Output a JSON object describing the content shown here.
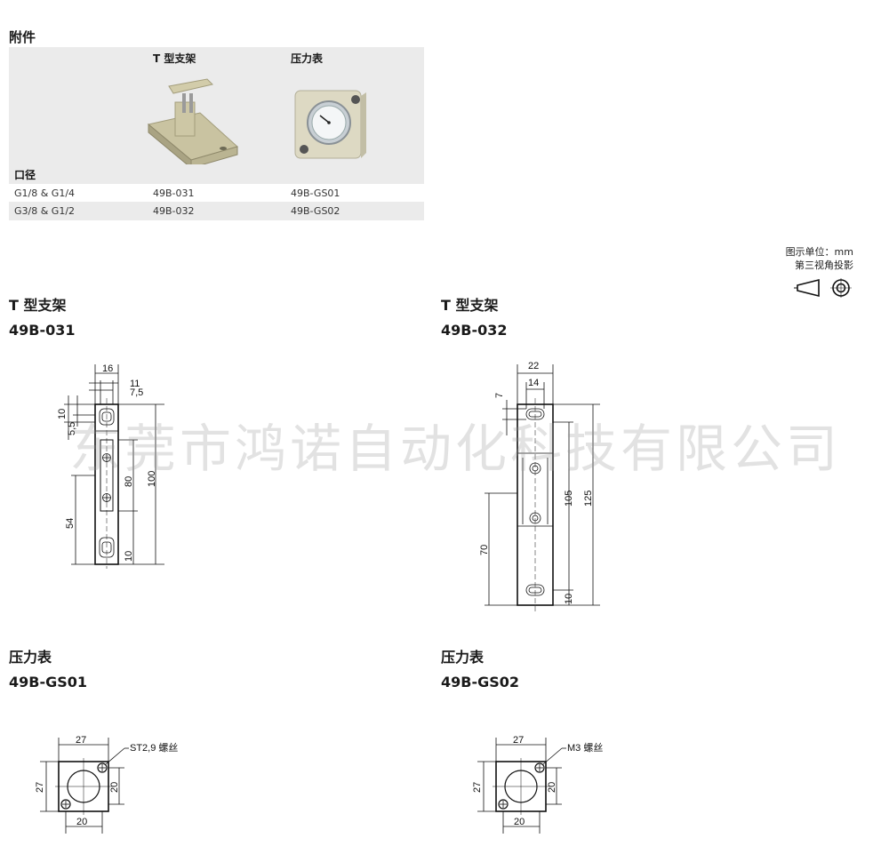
{
  "accessories": {
    "heading": "附件",
    "col_bracket": "T 型支架",
    "col_gauge": "压力表",
    "port_label": "口径",
    "rows": [
      {
        "port": "G1/8 & G1/4",
        "bracket": "49B-031",
        "gauge": "49B-GS01"
      },
      {
        "port": "G3/8 & G1/2",
        "bracket": "49B-032",
        "gauge": "49B-GS02"
      }
    ]
  },
  "units": {
    "line1": "图示单位：mm",
    "line2": "第三视角投影"
  },
  "drawings": {
    "d1": {
      "title": "T 型支架",
      "code": "49B-031",
      "dims": {
        "w16": "16",
        "w11": "11",
        "w75": "7,5",
        "h10": "10",
        "h55": "5,5",
        "h80": "80",
        "h100": "100",
        "h54": "54",
        "h10b": "10"
      }
    },
    "d2": {
      "title": "T 型支架",
      "code": "49B-032",
      "dims": {
        "w22": "22",
        "w14": "14",
        "h7": "7",
        "h105": "105",
        "h125": "125",
        "h70": "70",
        "h10": "10"
      }
    },
    "d3": {
      "title": "压力表",
      "code": "49B-GS01",
      "dims": {
        "top": "27",
        "left": "27",
        "right": "20",
        "bottom": "20",
        "thread": "ST2,9 螺丝"
      }
    },
    "d4": {
      "title": "压力表",
      "code": "49B-GS02",
      "dims": {
        "top": "27",
        "left": "27",
        "right": "20",
        "bottom": "20",
        "thread": "M3 螺丝"
      }
    }
  },
  "watermark": "东莞市鸿诺自动化科技有限公司"
}
